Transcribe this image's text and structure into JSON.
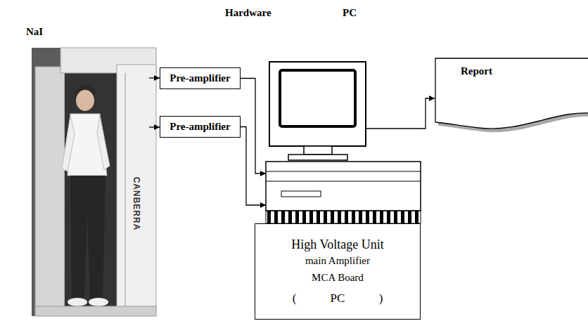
{
  "diagram": {
    "nodes": [
      {
        "text": [
          "Pre-amplifier"
        ]
      },
      {
        "text": [
          "Pre-amplifier"
        ]
      },
      {
        "text": [
          "High Voltage Unit",
          "main Amplifier",
          "MCA Board",
          "( PC )"
        ]
      },
      {
        "text": [
          "Report"
        ]
      }
    ],
    "edges": [
      {
        "from": 0,
        "to": 2,
        "arrow": "to"
      },
      {
        "from": 1,
        "to": 2,
        "arrow": "to"
      },
      {
        "from": 2,
        "to": 3,
        "arrow": "to"
      }
    ],
    "labels": [
      "Hardware",
      "PC",
      "NaI",
      "CANBERRA"
    ]
  }
}
